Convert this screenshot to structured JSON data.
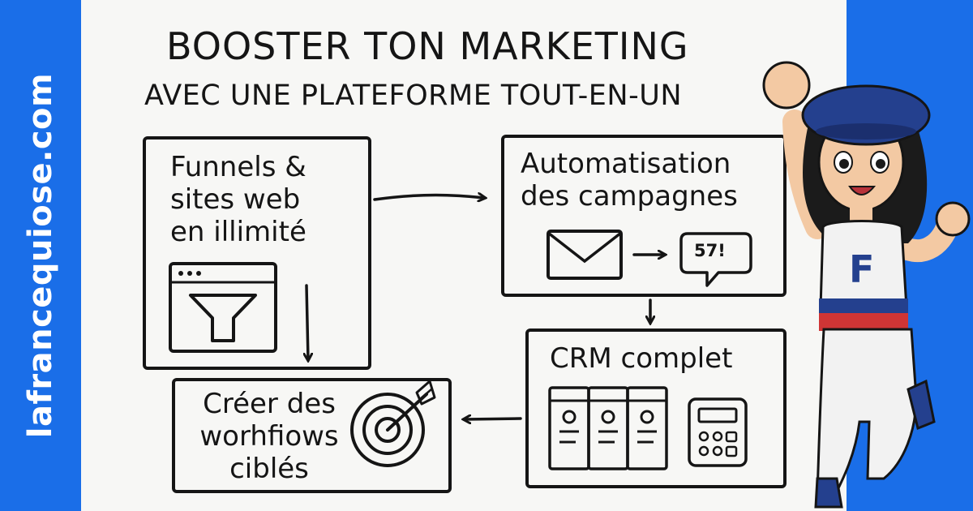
{
  "site": {
    "name": "lafrancequiose.com"
  },
  "title": {
    "line1": "BOOSTER TON MARKETING",
    "line2": "AVEC UNE PLATEFORME TOUT-EN-UN"
  },
  "boxes": {
    "funnels": {
      "text": [
        "Funnels &",
        "sites web",
        "en illimité"
      ],
      "icons": [
        "browser-window-icon",
        "funnel-icon"
      ]
    },
    "automation": {
      "text": [
        "Automatisation",
        "des campagnes"
      ],
      "icons": [
        "envelope-icon",
        "speech-bubble-icon"
      ],
      "bubble_text": "57!"
    },
    "crm": {
      "text": [
        "CRM complet"
      ],
      "icons": [
        "contact-cards-icon",
        "calculator-icon"
      ]
    },
    "workflows": {
      "text": [
        "Créer des",
        "worhfiows",
        "ciblés"
      ],
      "icons": [
        "target-icon"
      ]
    }
  },
  "mascot": {
    "shirt_letter": "F",
    "icon": "mascot-icon"
  },
  "colors": {
    "brand_blue": "#1a6ee8",
    "paper": "#f7f7f5",
    "ink": "#151515",
    "hat_blue": "#24408e",
    "stripe_red": "#cf3535"
  }
}
